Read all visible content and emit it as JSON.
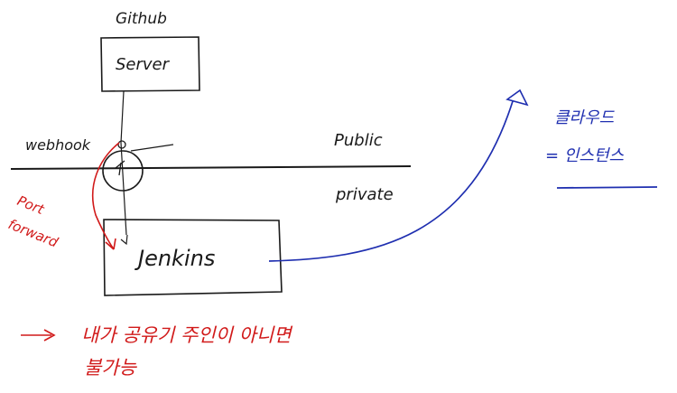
{
  "labels": {
    "github": "Github",
    "server": "Server",
    "webhook": "webhook",
    "public": "Public",
    "private": "private",
    "port": "Port",
    "forward": "forward",
    "jenkins": "Jenkins",
    "cloud_line1": "클라우드",
    "cloud_line2": "= 인스턴스",
    "note_line1": "내가 공유기 주인이 아니면",
    "note_line2": "불가능"
  },
  "colors": {
    "black_ink": "#1a1a1a",
    "red_ink": "#d11a1a",
    "blue_ink": "#1f2fb0"
  }
}
